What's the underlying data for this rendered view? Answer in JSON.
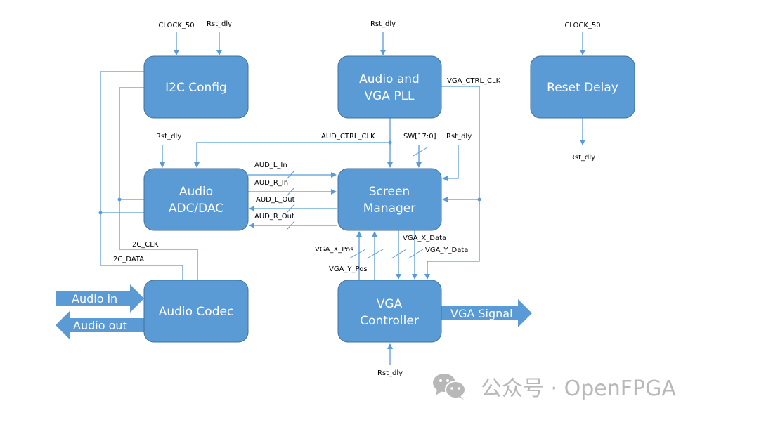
{
  "diagram": {
    "blocks": {
      "i2c_config": [
        "I2C Config"
      ],
      "pll": [
        "Audio and",
        "VGA PLL"
      ],
      "reset_delay": [
        "Reset Delay"
      ],
      "adc_dac": [
        "Audio",
        "ADC/DAC"
      ],
      "screen_manager": [
        "Screen",
        "Manager"
      ],
      "audio_codec": [
        "Audio Codec"
      ],
      "vga_controller": [
        "VGA",
        "Controller"
      ]
    },
    "signals": {
      "clock50_i2c": "CLOCK_50",
      "rst_i2c": "Rst_dly",
      "rst_pll": "Rst_dly",
      "clock50_reset": "CLOCK_50",
      "rst_out": "Rst_dly",
      "vga_ctrl_clk": "VGA_CTRL_CLK",
      "aud_ctrl_clk": "AUD_CTRL_CLK",
      "rst_adc": "Rst_dly",
      "sw": "SW[17:0]",
      "rst_sm": "Rst_dly",
      "aud_l_in": "AUD_L_In",
      "aud_r_in": "AUD_R_In",
      "aud_l_out": "AUD_L_Out",
      "aud_r_out": "AUD_R_Out",
      "i2c_clk": "I2C_CLK",
      "i2c_data": "I2C_DATA",
      "vga_x_pos": "VGA_X_Pos",
      "vga_y_pos": "VGA_Y_Pos",
      "vga_x_data": "VGA_X_Data",
      "vga_y_data": "VGA_Y_Data",
      "rst_vga": "Rst_dly"
    },
    "io": {
      "audio_in": "Audio in",
      "audio_out": "Audio out",
      "vga_signal": "VGA Signal"
    }
  },
  "watermark": {
    "icon": "wechat-icon",
    "text": "公众号 · OpenFPGA"
  }
}
